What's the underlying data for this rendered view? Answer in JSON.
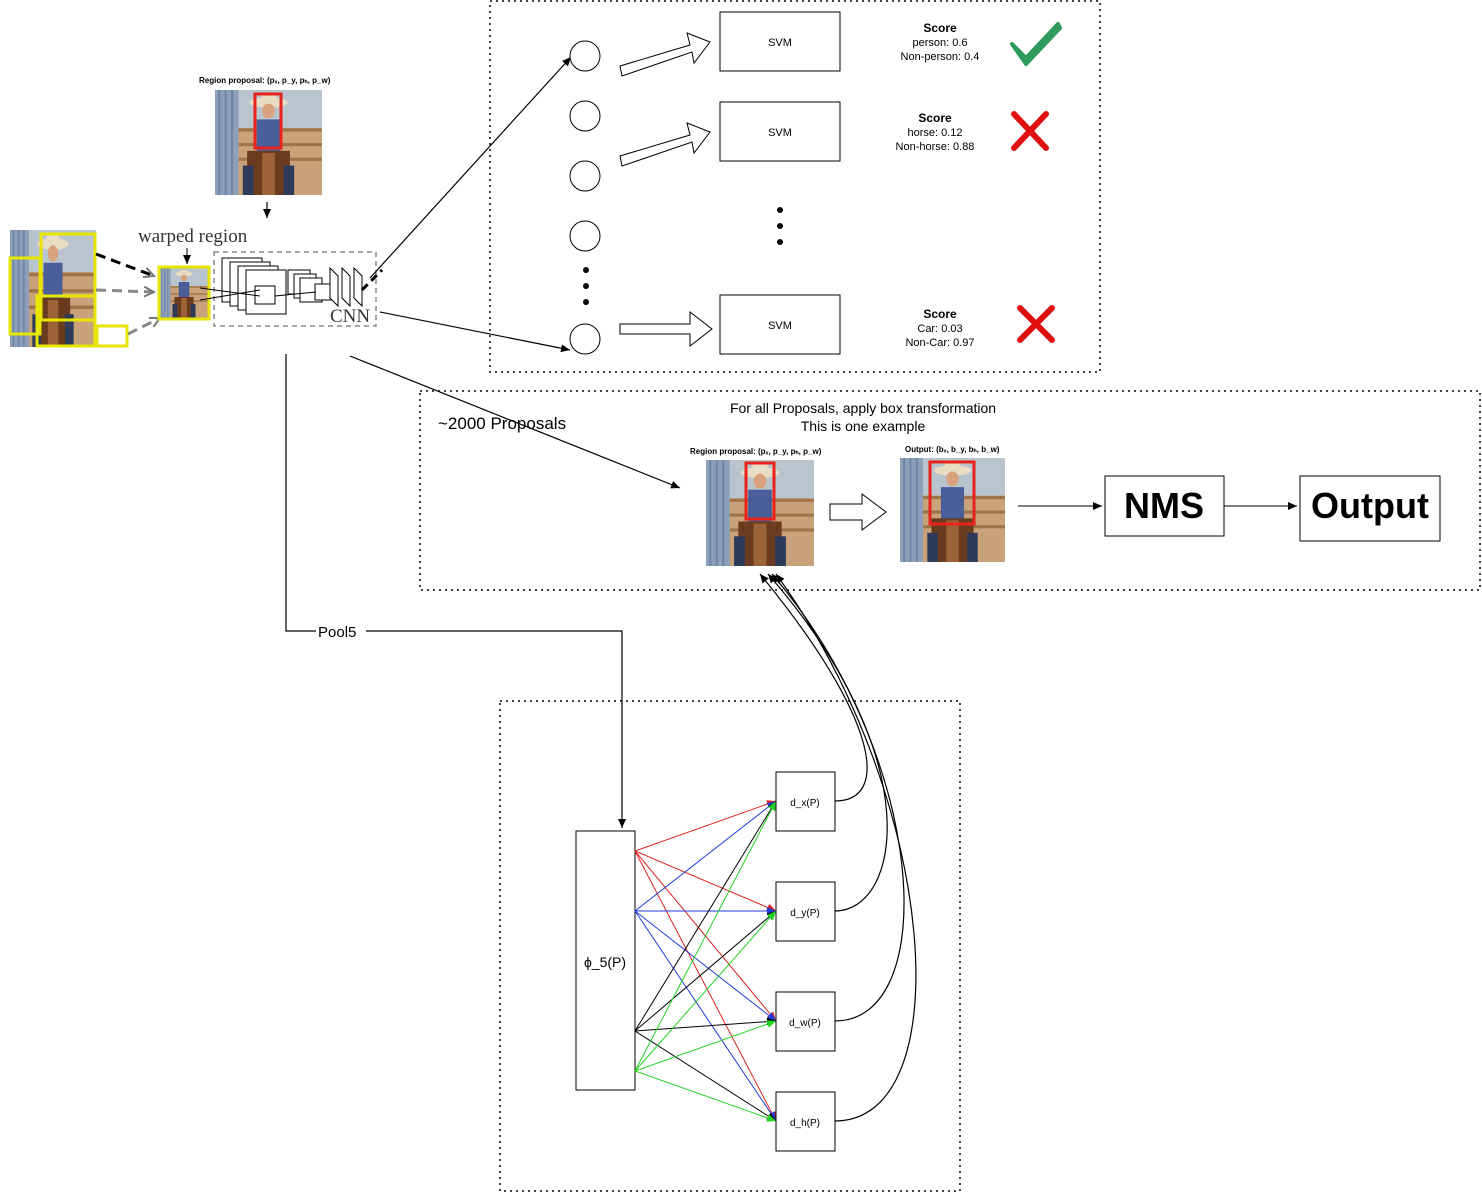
{
  "colors": {
    "check": "#2e9a5c",
    "cross": "#e01010",
    "proposal_box": "#e8231b",
    "yellow_box": "#e6e600",
    "edge_red": "#e02020",
    "edge_blue": "#1f3bd9",
    "edge_black": "#000000",
    "edge_green": "#22d422",
    "photo_sky": "#b9c4cf",
    "photo_dirt": "#c8a27a",
    "photo_horse": "#6b3b1f",
    "photo_shirt": "#4a5f9a"
  },
  "top_left": {
    "region_proposal_label": "Region proposal: (pₓ, p_y, pₕ, p_w)",
    "warped_region_label": "warped region",
    "cnn_label": "CNN",
    "pool5_label": "Pool5",
    "proposals_label": "~2000 Proposals"
  },
  "svm_panel": {
    "rows": [
      {
        "box_label": "SVM",
        "score_title": "Score",
        "line1": "person: 0.6",
        "line2": "Non-person: 0.4",
        "result_icon": "check-icon"
      },
      {
        "box_label": "SVM",
        "score_title": "Score",
        "line1": "horse: 0.12",
        "line2": "Non-horse: 0.88",
        "result_icon": "cross-icon"
      },
      {
        "box_label": "SVM",
        "score_title": "Score",
        "line1": "Car: 0.03",
        "line2": "Non-Car: 0.97",
        "result_icon": "cross-icon"
      }
    ]
  },
  "transform_panel": {
    "title_line1": "For all Proposals, apply box transformation",
    "title_line2": "This is one example",
    "input_label": "Region proposal: (pₓ, p_y, pₕ, p_w)",
    "output_label": "Output: (bₓ, b_y, bₕ, b_w)",
    "nms_label": "NMS",
    "output_box_label": "Output"
  },
  "regression_panel": {
    "feature_label": "ϕ_5(P)",
    "outputs": [
      "d_x(P)",
      "d_y(P)",
      "d_w(P)",
      "d_h(P)"
    ]
  }
}
